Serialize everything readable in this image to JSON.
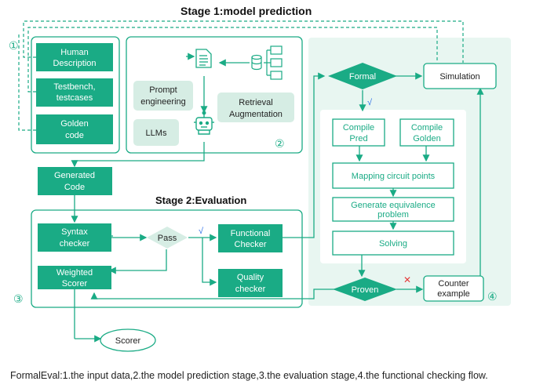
{
  "stage1_title": "Stage 1:model prediction",
  "stage2_title": "Stage 2:Evaluation",
  "markers": {
    "one": "①",
    "two": "②",
    "three": "③",
    "four": "④"
  },
  "inputs": {
    "human_line1": "Human",
    "human_line2": "Description",
    "testbench_line1": "Testbench,",
    "testbench_line2": "testcases",
    "golden_line1": "Golden",
    "golden_line2": "code"
  },
  "prediction": {
    "prompt_line1": "Prompt",
    "prompt_line2": "engineering",
    "llms": "LLMs",
    "retrieval_line1": "Retrieval",
    "retrieval_line2": "Augmentation"
  },
  "generated": {
    "line1": "Generated",
    "line2": "Code"
  },
  "evaluation": {
    "syntax_line1": "Syntax",
    "syntax_line2": "checker",
    "weighted_line1": "Weighted",
    "weighted_line2": "Scorer",
    "pass": "Pass",
    "functional_line1": "Functional",
    "functional_line2": "Checker",
    "quality_line1": "Quality",
    "quality_line2": "checker",
    "scorer": "Scorer"
  },
  "flow": {
    "formal": "Formal",
    "simulation": "Simulation",
    "compile_pred_line1": "Compile",
    "compile_pred_line2": "Pred",
    "compile_golden_line1": "Compile",
    "compile_golden_line2": "Golden",
    "mapping": "Mapping circuit points",
    "generate_line1": "Generate equivalence",
    "generate_line2": "problem",
    "solving": "Solving",
    "proven": "Proven",
    "counter_line1": "Counter",
    "counter_line2": "example",
    "check_mark": "√",
    "cross_mark": "✕"
  },
  "caption": "FormalEval:1.the input data,2.the model prediction stage,3.the evaluation stage,4.the functional checking flow.",
  "colors": {
    "green": "#1aab85",
    "green_dark": "#12936f",
    "panel": "#e8f6f1",
    "pale": "#d6ede4"
  }
}
